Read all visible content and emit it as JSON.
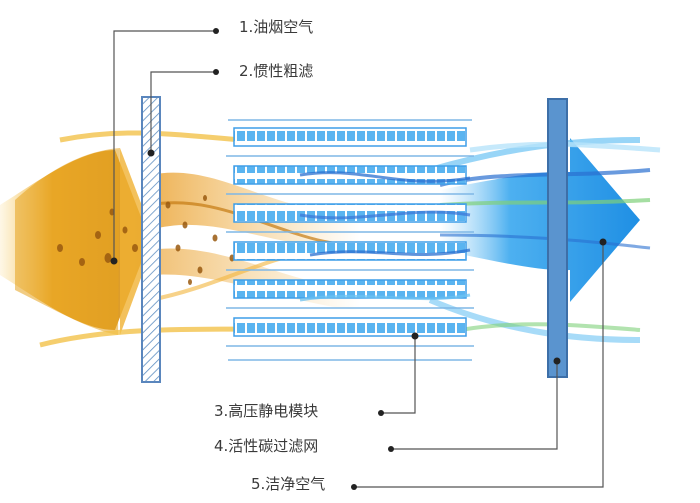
{
  "labels": {
    "oily_smoke_air": "1.油烟空气",
    "inertial_coarse_filter": "2.惯性粗滤",
    "hv_electrostatic_module": "3.高压静电模块",
    "activated_carbon_filter": "4.活性碳过滤网",
    "clean_air": "5.洁净空气"
  },
  "colors": {
    "oily_air": "#e8a21a",
    "clean_air": "#2f9fea",
    "module_cell": "#5ab4f0",
    "carbon_filter": "#4a86c6",
    "coarse_filter": "#6a9fcf",
    "leader_line": "#444444"
  }
}
